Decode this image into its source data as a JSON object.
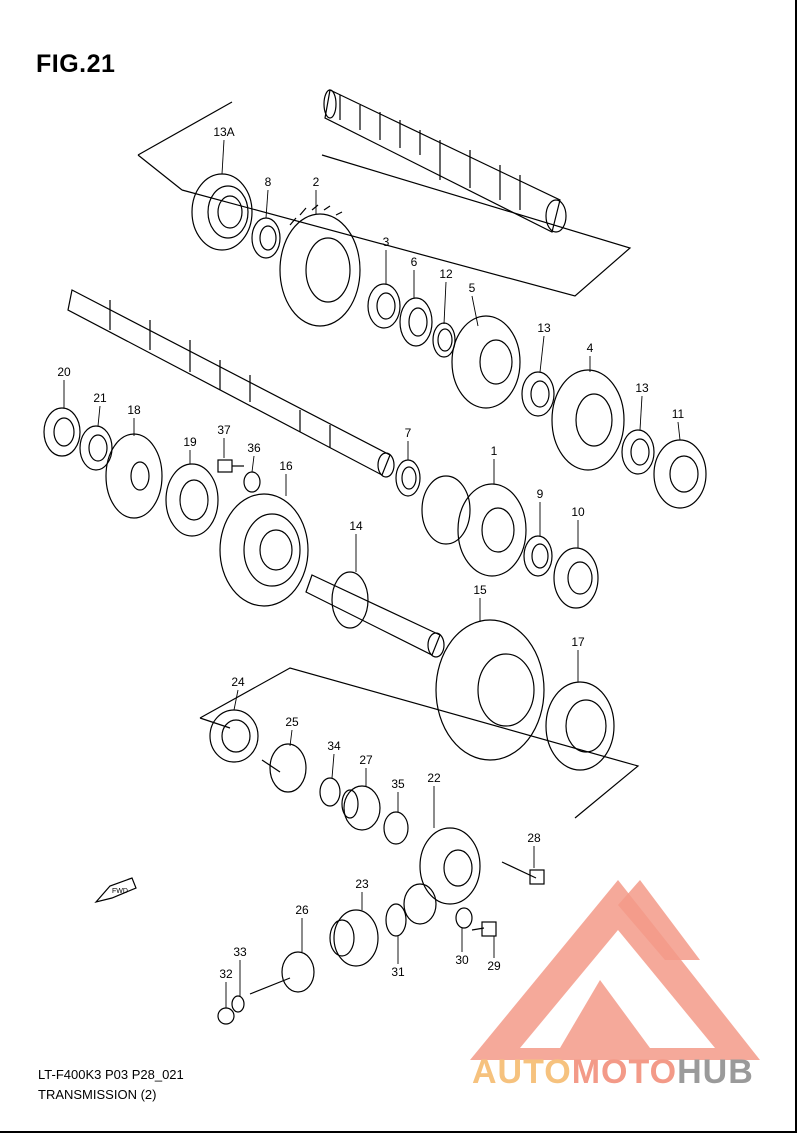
{
  "figure": {
    "title": "FIG.21"
  },
  "footer": {
    "code": "LT-F400K3 P03 P28_021",
    "title": "TRANSMISSION (2)"
  },
  "direction_badge": "FWD",
  "watermark": {
    "part1": "AUTO",
    "part2": "MOTO",
    "part3": "HUB"
  },
  "callouts": [
    "13A",
    "8",
    "2",
    "3",
    "6",
    "12",
    "5",
    "13",
    "4",
    "13",
    "11",
    "20",
    "21",
    "18",
    "19",
    "37",
    "36",
    "16",
    "7",
    "1",
    "9",
    "10",
    "14",
    "15",
    "17",
    "24",
    "25",
    "34",
    "27",
    "35",
    "22",
    "28",
    "23",
    "26",
    "33",
    "32",
    "31",
    "30",
    "29"
  ],
  "colors": {
    "line": "#000000",
    "watermark_red": "#f39a88",
    "watermark_orange": "#f6c27e",
    "watermark_grey": "#9a9a9a"
  }
}
